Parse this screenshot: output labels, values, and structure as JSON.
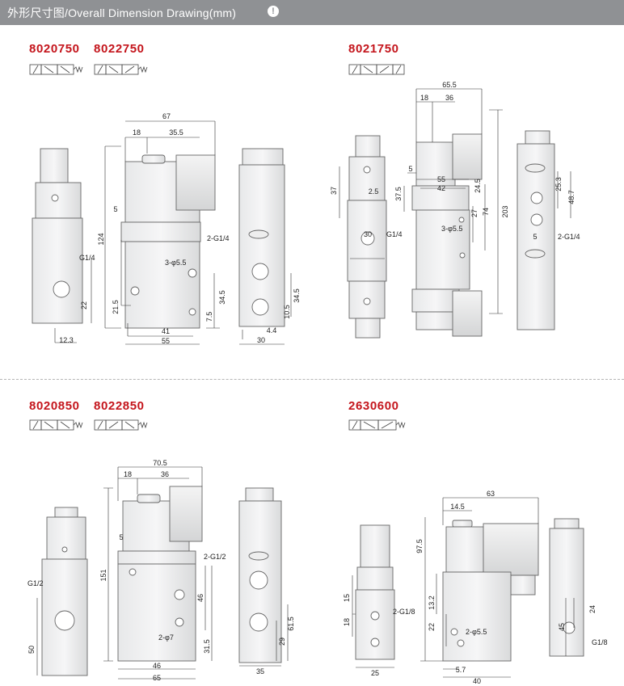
{
  "header": {
    "title": "外形尺寸图/Overall Dimension Drawing(mm)",
    "info_icon": "info-icon"
  },
  "sections": [
    {
      "models": [
        "8020750",
        "8022750"
      ],
      "dims": [
        "67",
        "18",
        "35.5",
        "124",
        "5",
        "2-G1/4",
        "3-φ5.5",
        "21.5",
        "34.5",
        "41",
        "55",
        "7.5",
        "G1/4",
        "22",
        "12.3",
        "10.5",
        "34.5",
        "4.4",
        "30"
      ]
    },
    {
      "models": [
        "8021750"
      ],
      "dims": [
        "65.5",
        "18",
        "36",
        "5",
        "37",
        "2.5",
        "30",
        "G1/4",
        "55",
        "42",
        "37.5",
        "24.5",
        "27",
        "74",
        "203",
        "3-φ5.5",
        "25.3",
        "48.7",
        "5",
        "2-G1/4"
      ]
    },
    {
      "models": [
        "8020850",
        "8022850"
      ],
      "dims": [
        "70.5",
        "18",
        "36",
        "151",
        "5",
        "2-G1/2",
        "G1/2",
        "46",
        "31.5",
        "2-φ7",
        "46",
        "65",
        "50",
        "61.5",
        "29",
        "35"
      ]
    },
    {
      "models": [
        "2630600"
      ],
      "dims": [
        "63",
        "14.5",
        "97.5",
        "15",
        "18",
        "13.2",
        "22",
        "2-G1/8",
        "2-φ5.5",
        "5.7",
        "40",
        "25",
        "24",
        "45",
        "G1/8"
      ]
    }
  ]
}
